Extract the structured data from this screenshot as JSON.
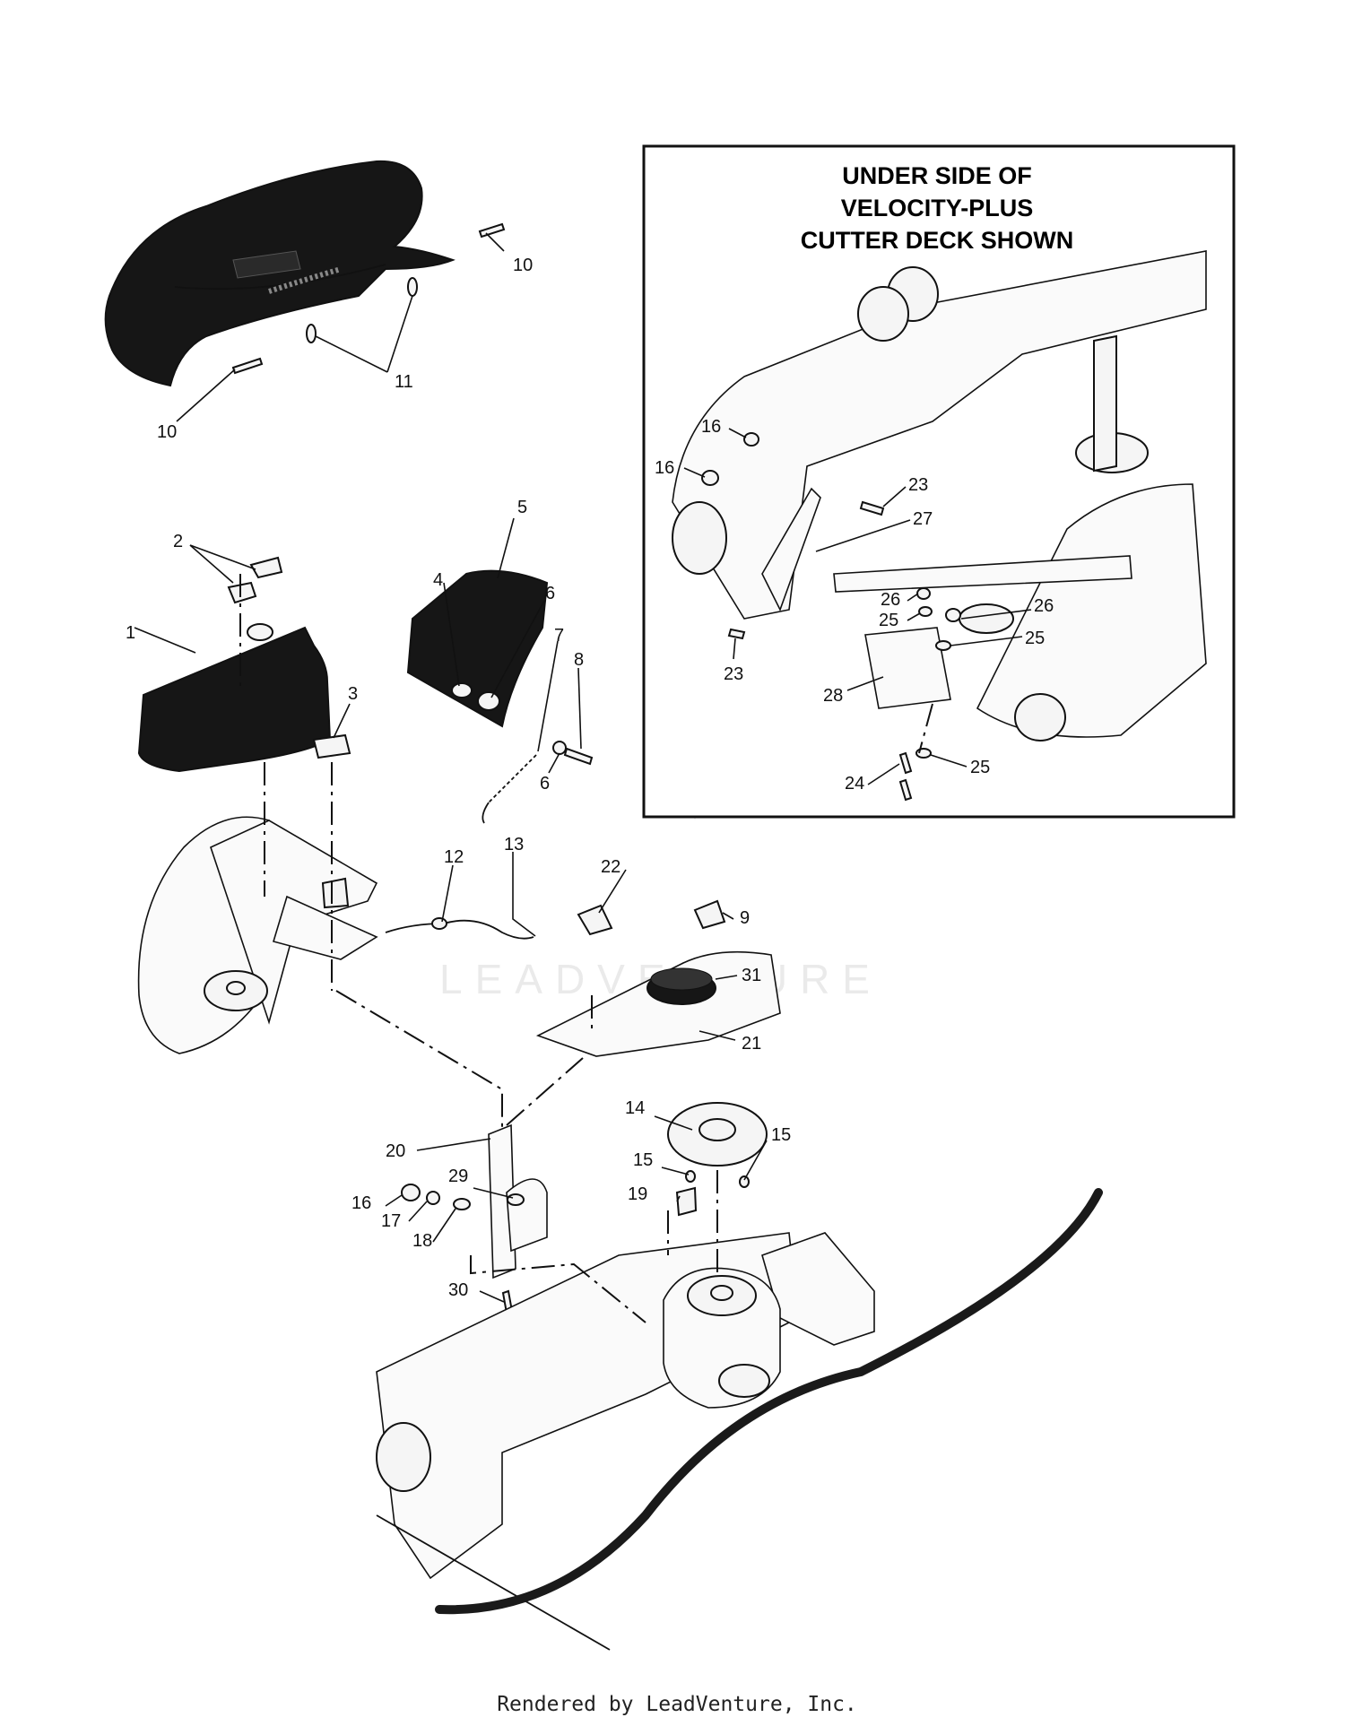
{
  "inset": {
    "title_lines": [
      "UNDER SIDE OF",
      "VELOCITY-PLUS",
      "CUTTER DECK SHOWN"
    ]
  },
  "watermark": {
    "text": "LEADVENTURE"
  },
  "footer": {
    "text": "Rendered by LeadVenture, Inc."
  },
  "callouts": {
    "c10a": "10",
    "c10b": "10",
    "c11": "11",
    "c1": "1",
    "c2": "2",
    "c3": "3",
    "c4": "4",
    "c5": "5",
    "c6a": "6",
    "c6b": "6",
    "c7": "7",
    "c8": "8",
    "c9": "9",
    "c12": "12",
    "c13": "13",
    "c14": "14",
    "c15a": "15",
    "c15b": "15",
    "c16": "16",
    "c17": "17",
    "c18": "18",
    "c19": "19",
    "c20": "20",
    "c21": "21",
    "c22": "22",
    "c29": "29",
    "c30": "30",
    "c31": "31",
    "i16a": "16",
    "i16b": "16",
    "i23a": "23",
    "i23b": "23",
    "i24": "24",
    "i25a": "25",
    "i25b": "25",
    "i25c": "25",
    "i26a": "26",
    "i26b": "26",
    "i27": "27",
    "i28": "28"
  }
}
